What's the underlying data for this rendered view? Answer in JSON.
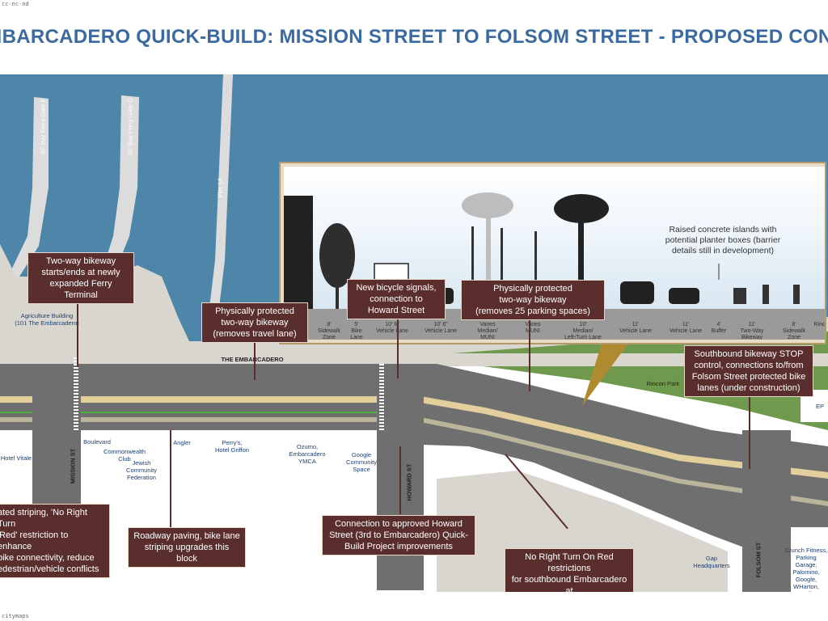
{
  "corner_tags": {
    "top_left": "cc-nc-nd",
    "bottom_left": "citymaps"
  },
  "title": "EMBARCADERO QUICK-BUILD: MISSION STREET TO FOLSOM STREET - PROPOSED CONDITIONS",
  "map_labels": {
    "ferry_gate_f": "SF Bay Ferry Gate F",
    "ferry_gate_g": "SF Bay Ferry Gate G",
    "pier_14": "Pier 14",
    "agriculture_building": "Agriculture Building\n(101 The Embarcadero)",
    "the_embarcadero": "THE EMBARCADERO",
    "rincon_park": "Rincon Park",
    "hotel_vitale": "Hotel Vitale",
    "boulevard": "Boulevard",
    "commonwealth_club": "Commonwealth\nClub",
    "jewish_federation": "Jewish\nCommunity\nFederation",
    "angler": "Angler",
    "perrys": "Perry's,\nHotel Griffon",
    "ozumo": "Ozumo,\nEmbarcadero\nYMCA",
    "google_space": "Google\nCommunity\nSpace",
    "gap_hq": "Gap\nHeadquarters",
    "crunch": "Crunch Fitness,\nParking Garage,\nPalomino,\nGoogle,\nWHarton,\nMozilla",
    "ep": "EP",
    "mission_st": "MISSION ST",
    "howard_st": "HOWARD ST",
    "folsom_st": "FOLSOM ST"
  },
  "callouts": {
    "ferry_terminal": "Two-way bikeway\nstarts/ends at newly\nexpanded Ferry Terminal",
    "protected_travel": "Physically protected\ntwo-way bikeway\n(removes travel lane)",
    "new_signals": "New bicycle signals,\nconnection to\nHoward Street",
    "protected_parking": "Physically protected\ntwo-way bikeway\n(removes 25 parking spaces)",
    "southbound_stop": "Southbound bikeway STOP\ncontrol, connections to/from\nFolsom Street protected bike\nlanes (under construction)",
    "striping": "ated striping, 'No Right Turn\n'Red' restriction to enhance\nbike connectivity, reduce\nedestrian/vehicle conflicts",
    "paving": "Roadway paving, bike lane\nstriping upgrades this block",
    "howard_connection": "Connection to approved Howard\nStreet (3rd to Embarcadero) Quick-\nBuild Project improvements",
    "no_right_turn": "No RIght Turn On Red restrictions\nfor southbound Embarcadero at\nHoward, Folsom streets"
  },
  "cross_section": {
    "note": "Raised concrete islands with\npotential planter boxes (barrier\ndetails still in development)",
    "lanes": [
      {
        "width": "8'",
        "name": "Sidewalk\nZone"
      },
      {
        "width": "5'",
        "name": "Bike\nLane"
      },
      {
        "width": "10' 6\"",
        "name": "Vehicle Lane"
      },
      {
        "width": "10' 6\"",
        "name": "Vehicle Lane"
      },
      {
        "width": "Varies",
        "name": "Median/\nMUNI"
      },
      {
        "width": "Varies",
        "name": "MUNI"
      },
      {
        "width": "10'",
        "name": "Median/\nLeft-Turn Lane"
      },
      {
        "width": "11'",
        "name": "Vehicle Lane"
      },
      {
        "width": "11'",
        "name": "Vehicle Lane"
      },
      {
        "width": "4'",
        "name": "Buffer"
      },
      {
        "width": "11'",
        "name": "Two-Way\nBikeway"
      },
      {
        "width": "8'",
        "name": "Sidewalk\nZone"
      },
      {
        "width": "",
        "name": "Rinc"
      }
    ]
  },
  "colors": {
    "water": "#4d86a8",
    "street": "#6f6f6f",
    "sidewalk": "#d9d6d0",
    "bikeway": "#e2cf9b",
    "park": "#6f9a4d",
    "callout": "#5b2e2e",
    "title": "#3a6aa0"
  }
}
